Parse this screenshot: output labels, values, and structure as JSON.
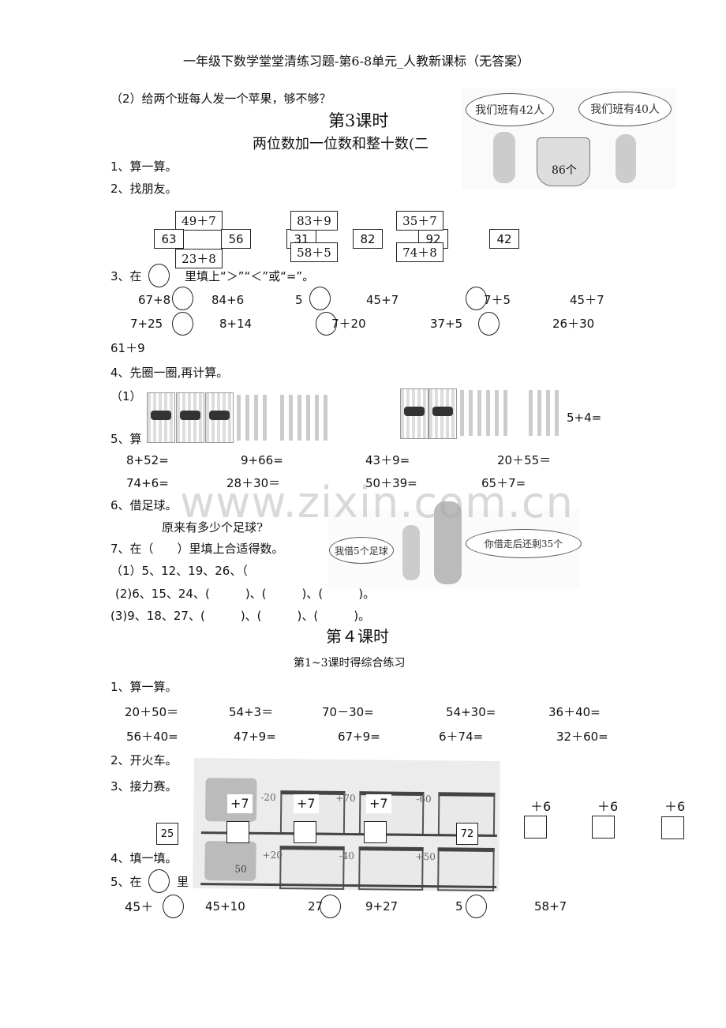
{
  "header": {
    "title": "一年级下数学堂堂清练习题-第6-8单元_人教新课标（无答案）"
  },
  "intro": {
    "question": "（2）给两个班每人发一个苹果，够不够？",
    "bubble_left": "我们班有42人",
    "bubble_right": "我们班有40人",
    "basket": "86个"
  },
  "lesson3": {
    "title": "第3课时",
    "subtitle": "两位数加一位数和整十数(二",
    "q1": "1、算一算。",
    "q2": "2、找朋友。",
    "friends": {
      "a": [
        "49＋7",
        "63",
        "56",
        "23＋8"
      ],
      "b": [
        "83＋9",
        "31",
        "58＋5",
        "82"
      ],
      "c": [
        "35＋7",
        "92",
        "74＋8",
        "42"
      ]
    },
    "q3_prefix": "3、在",
    "q3_suffix": "里填上“＞”“＜”或“=”。",
    "cmp_row1": [
      "67+8",
      "84+6",
      "5",
      "45+7",
      "7＋5",
      "45＋7"
    ],
    "cmp_row2": [
      "7+25",
      "8+14",
      "7＋20",
      "37+5",
      "26＋30"
    ],
    "cmp_row3": "61＋9",
    "q4": "4、先圈一圈,再计算。",
    "q4_1": "（1）",
    "q4_expr": "5+4=",
    "q5": "5、算",
    "calc_row1": [
      "8+52=",
      "9+66=",
      "43＋9=",
      "20＋55＝"
    ],
    "calc_row2": [
      "74+6=",
      "28＋30＝",
      "50＋39=",
      "65＋7="
    ],
    "watermark": "www.zixin.com.cn",
    "q6": "6、借足球。",
    "q6_question": "原来有多少个足球?",
    "bubble_boy": "我借5个足球",
    "bubble_woman": "你借走后还剩35个",
    "q7": "7、在（　　）里填上合适得数。",
    "seq1": "（1）5、12、19、26、（",
    "seq2": "(2)6、15、24、(　　　)、(　　　)、(　　　)。",
    "seq3": "(3)9、18、27、(　　　)、(　　　)、(　　　)。"
  },
  "lesson4": {
    "title": "第４课时",
    "subtitle": "第1~3课时得综合练习",
    "q1": "1、算一算。",
    "row1": [
      "20＋50＝",
      "54+3＝",
      "70－30=",
      "54+30=",
      "36＋40="
    ],
    "row2": [
      "56＋40=",
      "47+9=",
      "67+9=",
      "6＋74=",
      "32＋60="
    ],
    "q2": "2、开火车。",
    "q3": "3、接力赛。",
    "train_labels_top": [
      "-20",
      "+70",
      "-60"
    ],
    "train_labels_bottom": [
      "+20",
      "-40",
      "+50"
    ],
    "engine_number": "50",
    "relay_ops": [
      "+7",
      "+7",
      "+7",
      "＋6",
      "＋6",
      "＋6"
    ],
    "relay_start": "25",
    "relay_mid": "72",
    "q4": "4、填一填。",
    "q5_prefix": "5、在",
    "q5_suffix": "里",
    "cmp": [
      "45＋",
      "45+10",
      "27",
      "9+27",
      "5",
      "58+7"
    ]
  }
}
